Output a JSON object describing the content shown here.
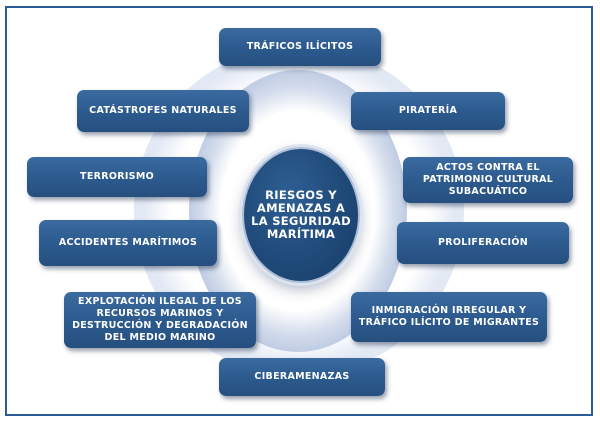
{
  "center": {
    "label": "RIESGOS Y AMENAZAS A LA SEGURIDAD MARÍTIMA"
  },
  "nodes": [
    {
      "id": "traficos",
      "label": "TRÁFICOS ILÍCITOS"
    },
    {
      "id": "catastrofes",
      "label": "CATÁSTROFES NATURALES"
    },
    {
      "id": "pirateria",
      "label": "PIRATERÍA"
    },
    {
      "id": "terrorismo",
      "label": "TERRORISMO"
    },
    {
      "id": "patrimonio",
      "label": "ACTOS CONTRA EL PATRIMONIO CULTURAL SUBACUÁTICO"
    },
    {
      "id": "accidentes",
      "label": "ACCIDENTES MARÍTIMOS"
    },
    {
      "id": "proliferacion",
      "label": "PROLIFERACIÓN"
    },
    {
      "id": "explotacion",
      "label": "EXPLOTACIÓN ILEGAL DE LOS RECURSOS MARINOS Y DESTRUCCIÓN Y DEGRADACIÓN DEL MEDIO MARINO"
    },
    {
      "id": "inmigracion",
      "label": "INMIGRACIÓN IRREGULAR Y TRÁFICO ILÍCITO DE MIGRANTES"
    },
    {
      "id": "ciberamenazas",
      "label": "CIBERAMENAZAS"
    }
  ],
  "colors": {
    "box_fill": "#2d5b8f",
    "center_fill": "#1f4a79",
    "frame_border": "#2a5d97",
    "ring": "#b8c6e0"
  }
}
